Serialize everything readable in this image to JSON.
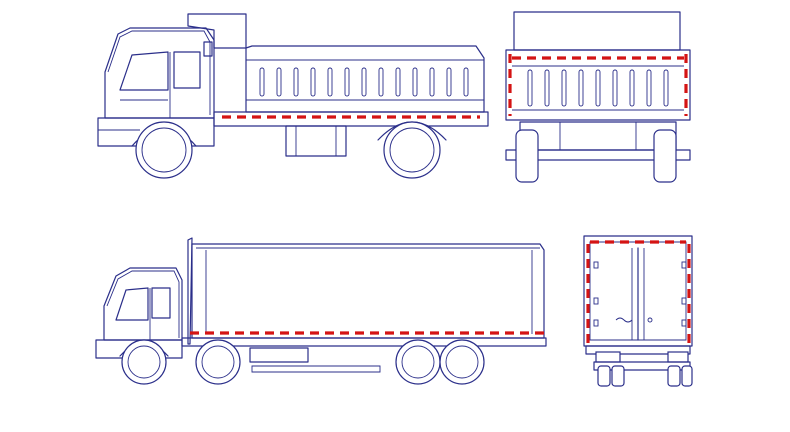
{
  "colors": {
    "line": "#2b2f8a",
    "reflector": "#d41414",
    "reflector_gap": "#f2f2f2",
    "background": "#ffffff"
  },
  "views": [
    {
      "id": "dump-truck-side"
    },
    {
      "id": "dump-truck-rear"
    },
    {
      "id": "box-truck-side"
    },
    {
      "id": "box-truck-rear"
    }
  ]
}
